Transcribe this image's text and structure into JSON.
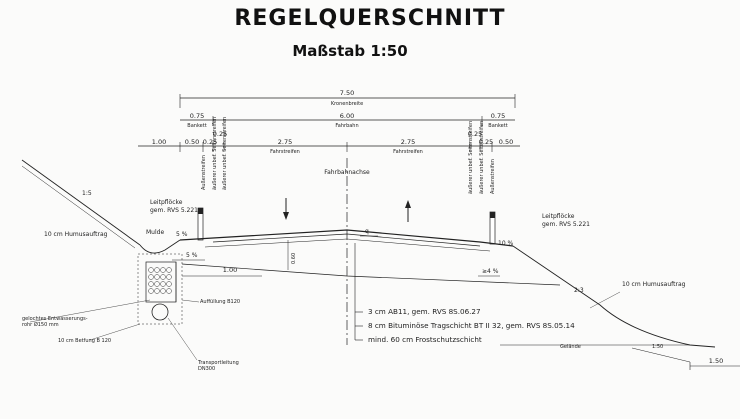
{
  "title": "REGELQUERSCHNITT",
  "subtitle": "Maßstab 1:50",
  "dimensions": {
    "total": "7.50",
    "total_label": "Kronenbreite",
    "bankett": "0.75",
    "bankett_label": "Bankett",
    "fahrbahn": "6.00",
    "fahrbahn_label": "Fahrbahn",
    "outer_left": "1.00",
    "d050": "0.50",
    "d025": "0.25",
    "lane": "2.75",
    "lane_label": "Fahrstreifen"
  },
  "vertical_labels": {
    "aussenstreifen": "Außenstreifen",
    "aeusserer_leitschiene": "äußerer unbef. Seitenstreifen"
  },
  "axis_label": "Fahrbahnachse",
  "leitpfloecke": [
    "Leitpflöcke",
    "gem. RVS 5.221"
  ],
  "humus": "10 cm Humusauftrag",
  "mulde": "Mulde",
  "slopes": {
    "s5": "5 %",
    "s10": "10 %",
    "s4": "≥4 %",
    "s_small": "q",
    "ratio_left": "1:5",
    "ratio_right": "2:3",
    "ratio_far": "1:50"
  },
  "drain": {
    "pipe": [
      "gelochtes Entwässerungs-",
      "rohr Ø150 mm"
    ],
    "beton": "10 cm Betfung B 120",
    "auffuellung": "Auffüllung B120",
    "transport": [
      "Transportleitung",
      "DN300"
    ],
    "width": "1.00",
    "depth": "0.60"
  },
  "layers": [
    "3 cm  AB11, gem. RVS 8S.06.27",
    "8 cm Bituminöse Tragschicht BT II 32, gem. RVS 8S.05.14",
    "mind. 60 cm  Frostschutzschicht"
  ],
  "gelaende": "Gelände",
  "bottom_dim": "1.50"
}
